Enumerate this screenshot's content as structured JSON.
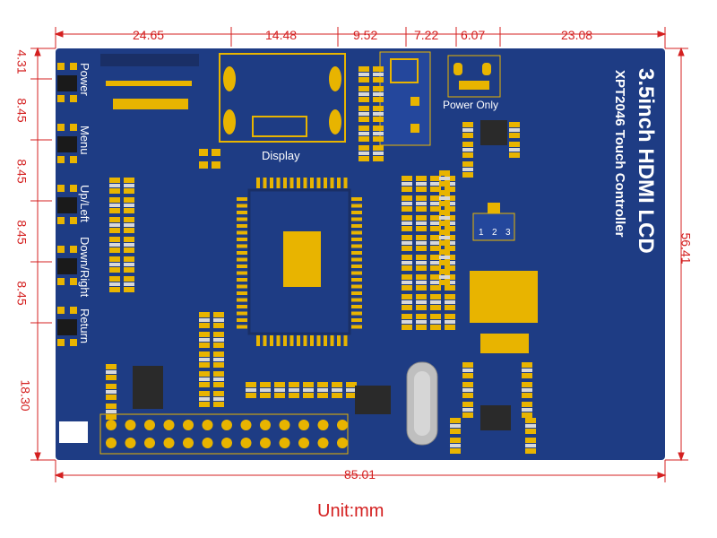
{
  "diagram": {
    "board_title": "3.5inch HDMI LCD",
    "board_subtitle": "XPT2046 Touch Controller",
    "labels": {
      "display": "Display",
      "power_only": "Power Only",
      "pins": [
        "1",
        "2",
        "3"
      ]
    },
    "buttons": [
      "Power",
      "Menu",
      "Up/Left",
      "Down/Right",
      "Return"
    ],
    "dimensions": {
      "top": [
        "24.65",
        "14.48",
        "9.52",
        "7.22",
        "6.07",
        "23.08"
      ],
      "left": [
        "4.31",
        "8.45",
        "8.45",
        "8.45",
        "8.45",
        "18.30"
      ],
      "right": "56.41",
      "bottom": "85.01"
    },
    "unit_label": "Unit:mm",
    "colors": {
      "board": "#1e3c84",
      "pad": "#e8b400",
      "dimension": "#d42020",
      "component": "#2a2a2a"
    }
  }
}
